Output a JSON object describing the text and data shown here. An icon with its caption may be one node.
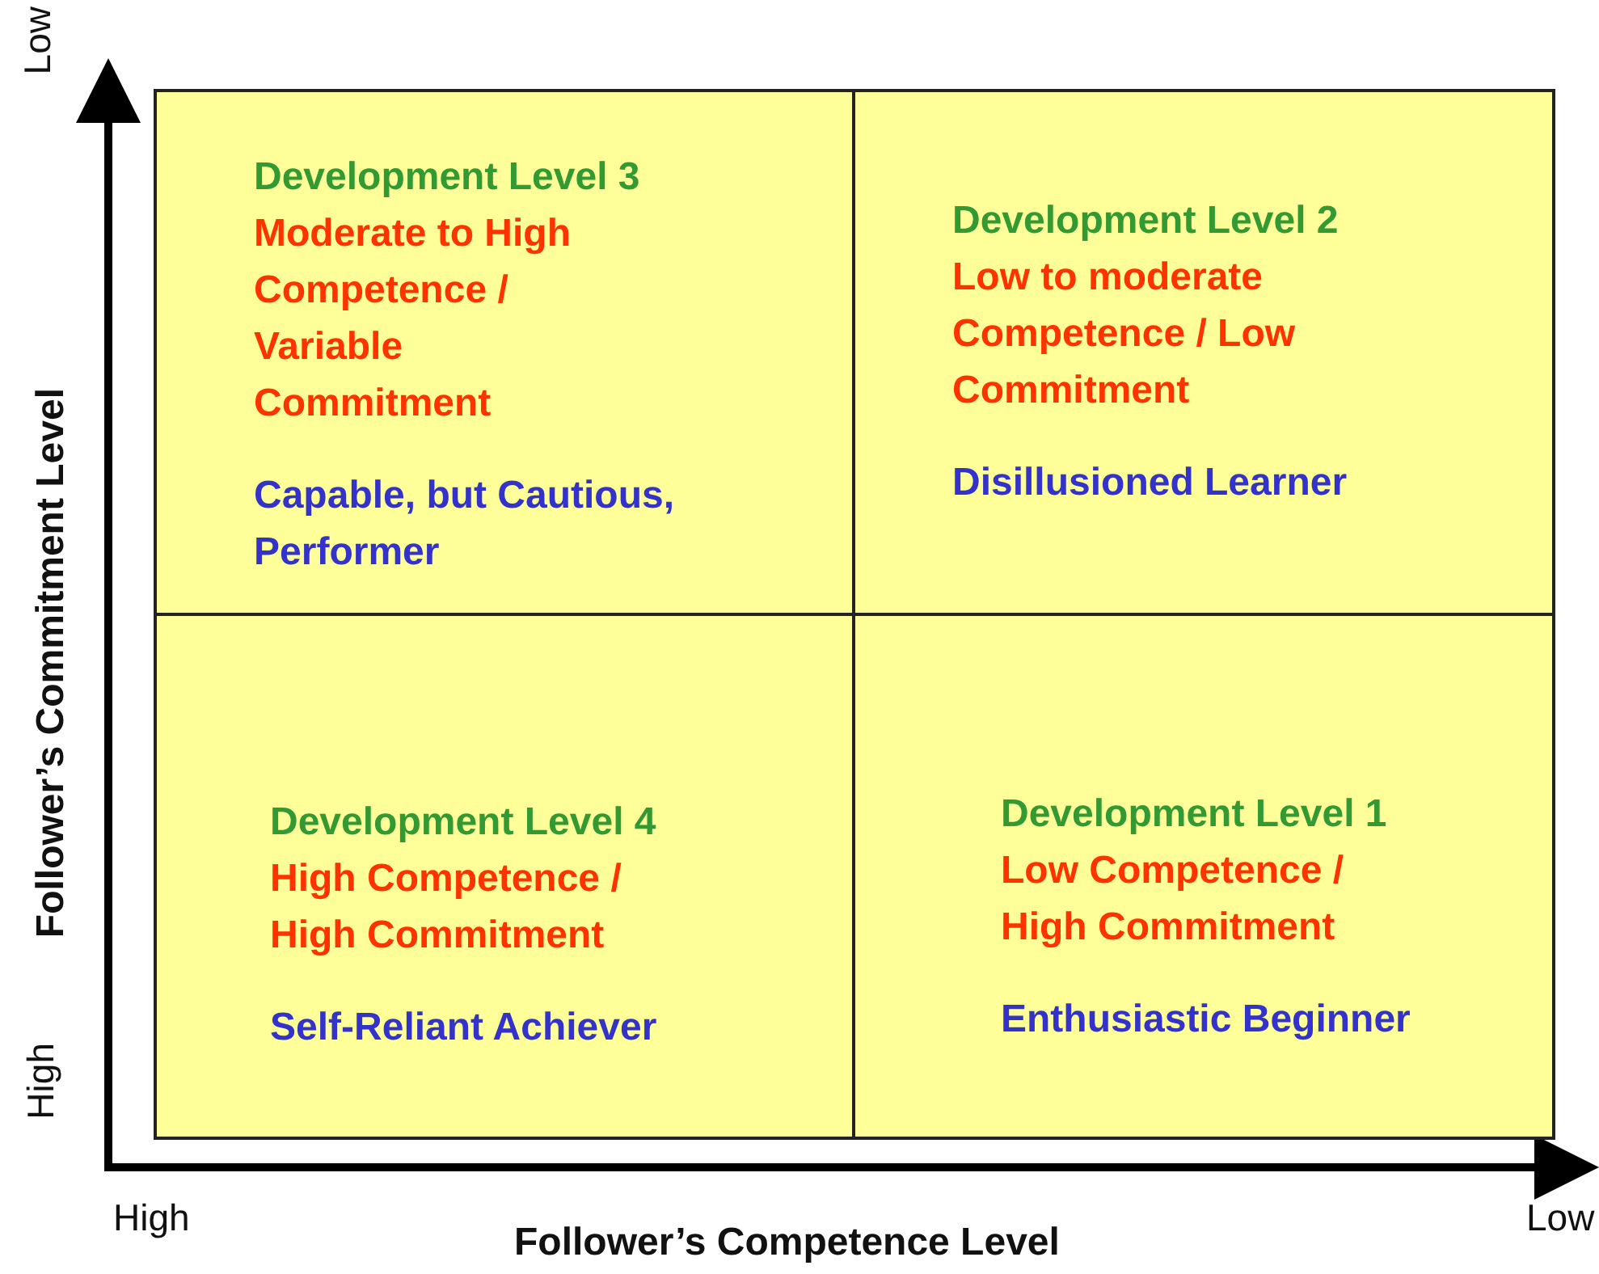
{
  "diagram": {
    "nodes": [
      {
        "text": [
          "Development Level 3",
          "Moderate to High Competence / Variable Commitment",
          "Capable, but Cautious, Performer"
        ]
      },
      {
        "text": [
          "Development Level 2",
          "Low to moderate Competence / Low Commitment",
          "Disillusioned Learner"
        ]
      },
      {
        "text": [
          "Development Level 4",
          "High Competence / High Commitment",
          "Self-Reliant Achiever"
        ]
      },
      {
        "text": [
          "Development Level 1",
          "Low Competence / High Commitment",
          "Enthusiastic Beginner"
        ]
      }
    ],
    "edges": [],
    "labels": [
      "Low",
      "Follower’s Commitment Level",
      "High",
      "High",
      "Low",
      "Follower’s Competence Level"
    ]
  }
}
